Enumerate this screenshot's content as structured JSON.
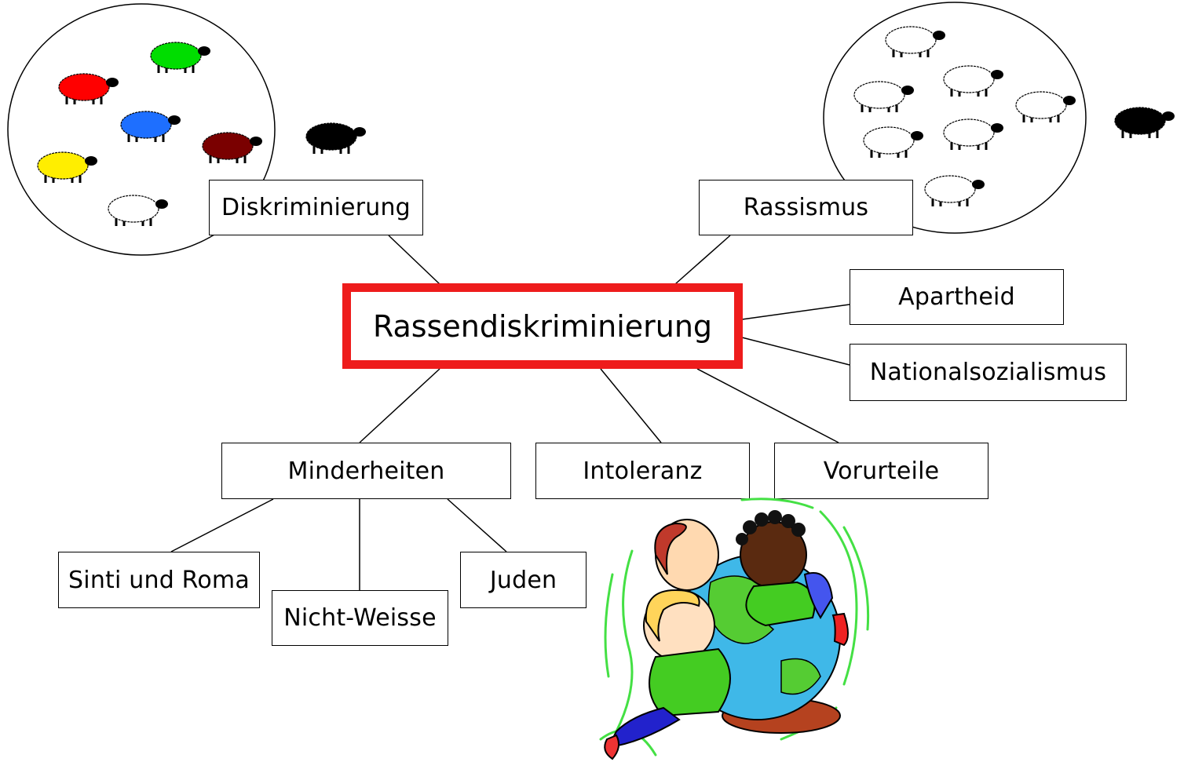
{
  "center": {
    "label": "Rassendiskriminierung",
    "border_color": "#ee1c1c"
  },
  "nodes": {
    "diskriminierung": "Diskriminierung",
    "rassismus": "Rassismus",
    "apartheid": "Apartheid",
    "nationalsozialismus": "Nationalsozialismus",
    "minderheiten": "Minderheiten",
    "intoleranz": "Intoleranz",
    "vorurteile": "Vorurteile",
    "sinti_und_roma": "Sinti und Roma",
    "nicht_weisse": "Nicht-Weisse",
    "juden": "Juden"
  },
  "illustrations": {
    "colored_sheep": {
      "colors": [
        "#ff0000",
        "#00dd00",
        "#1e6fff",
        "#7a0000",
        "#ffee00",
        "#ffffff"
      ],
      "outsider_color": "#000000"
    },
    "white_sheep": {
      "count": 7,
      "outsider_color": "#000000"
    },
    "children_globe": {
      "icon": "children-hugging-globe-icon"
    }
  }
}
